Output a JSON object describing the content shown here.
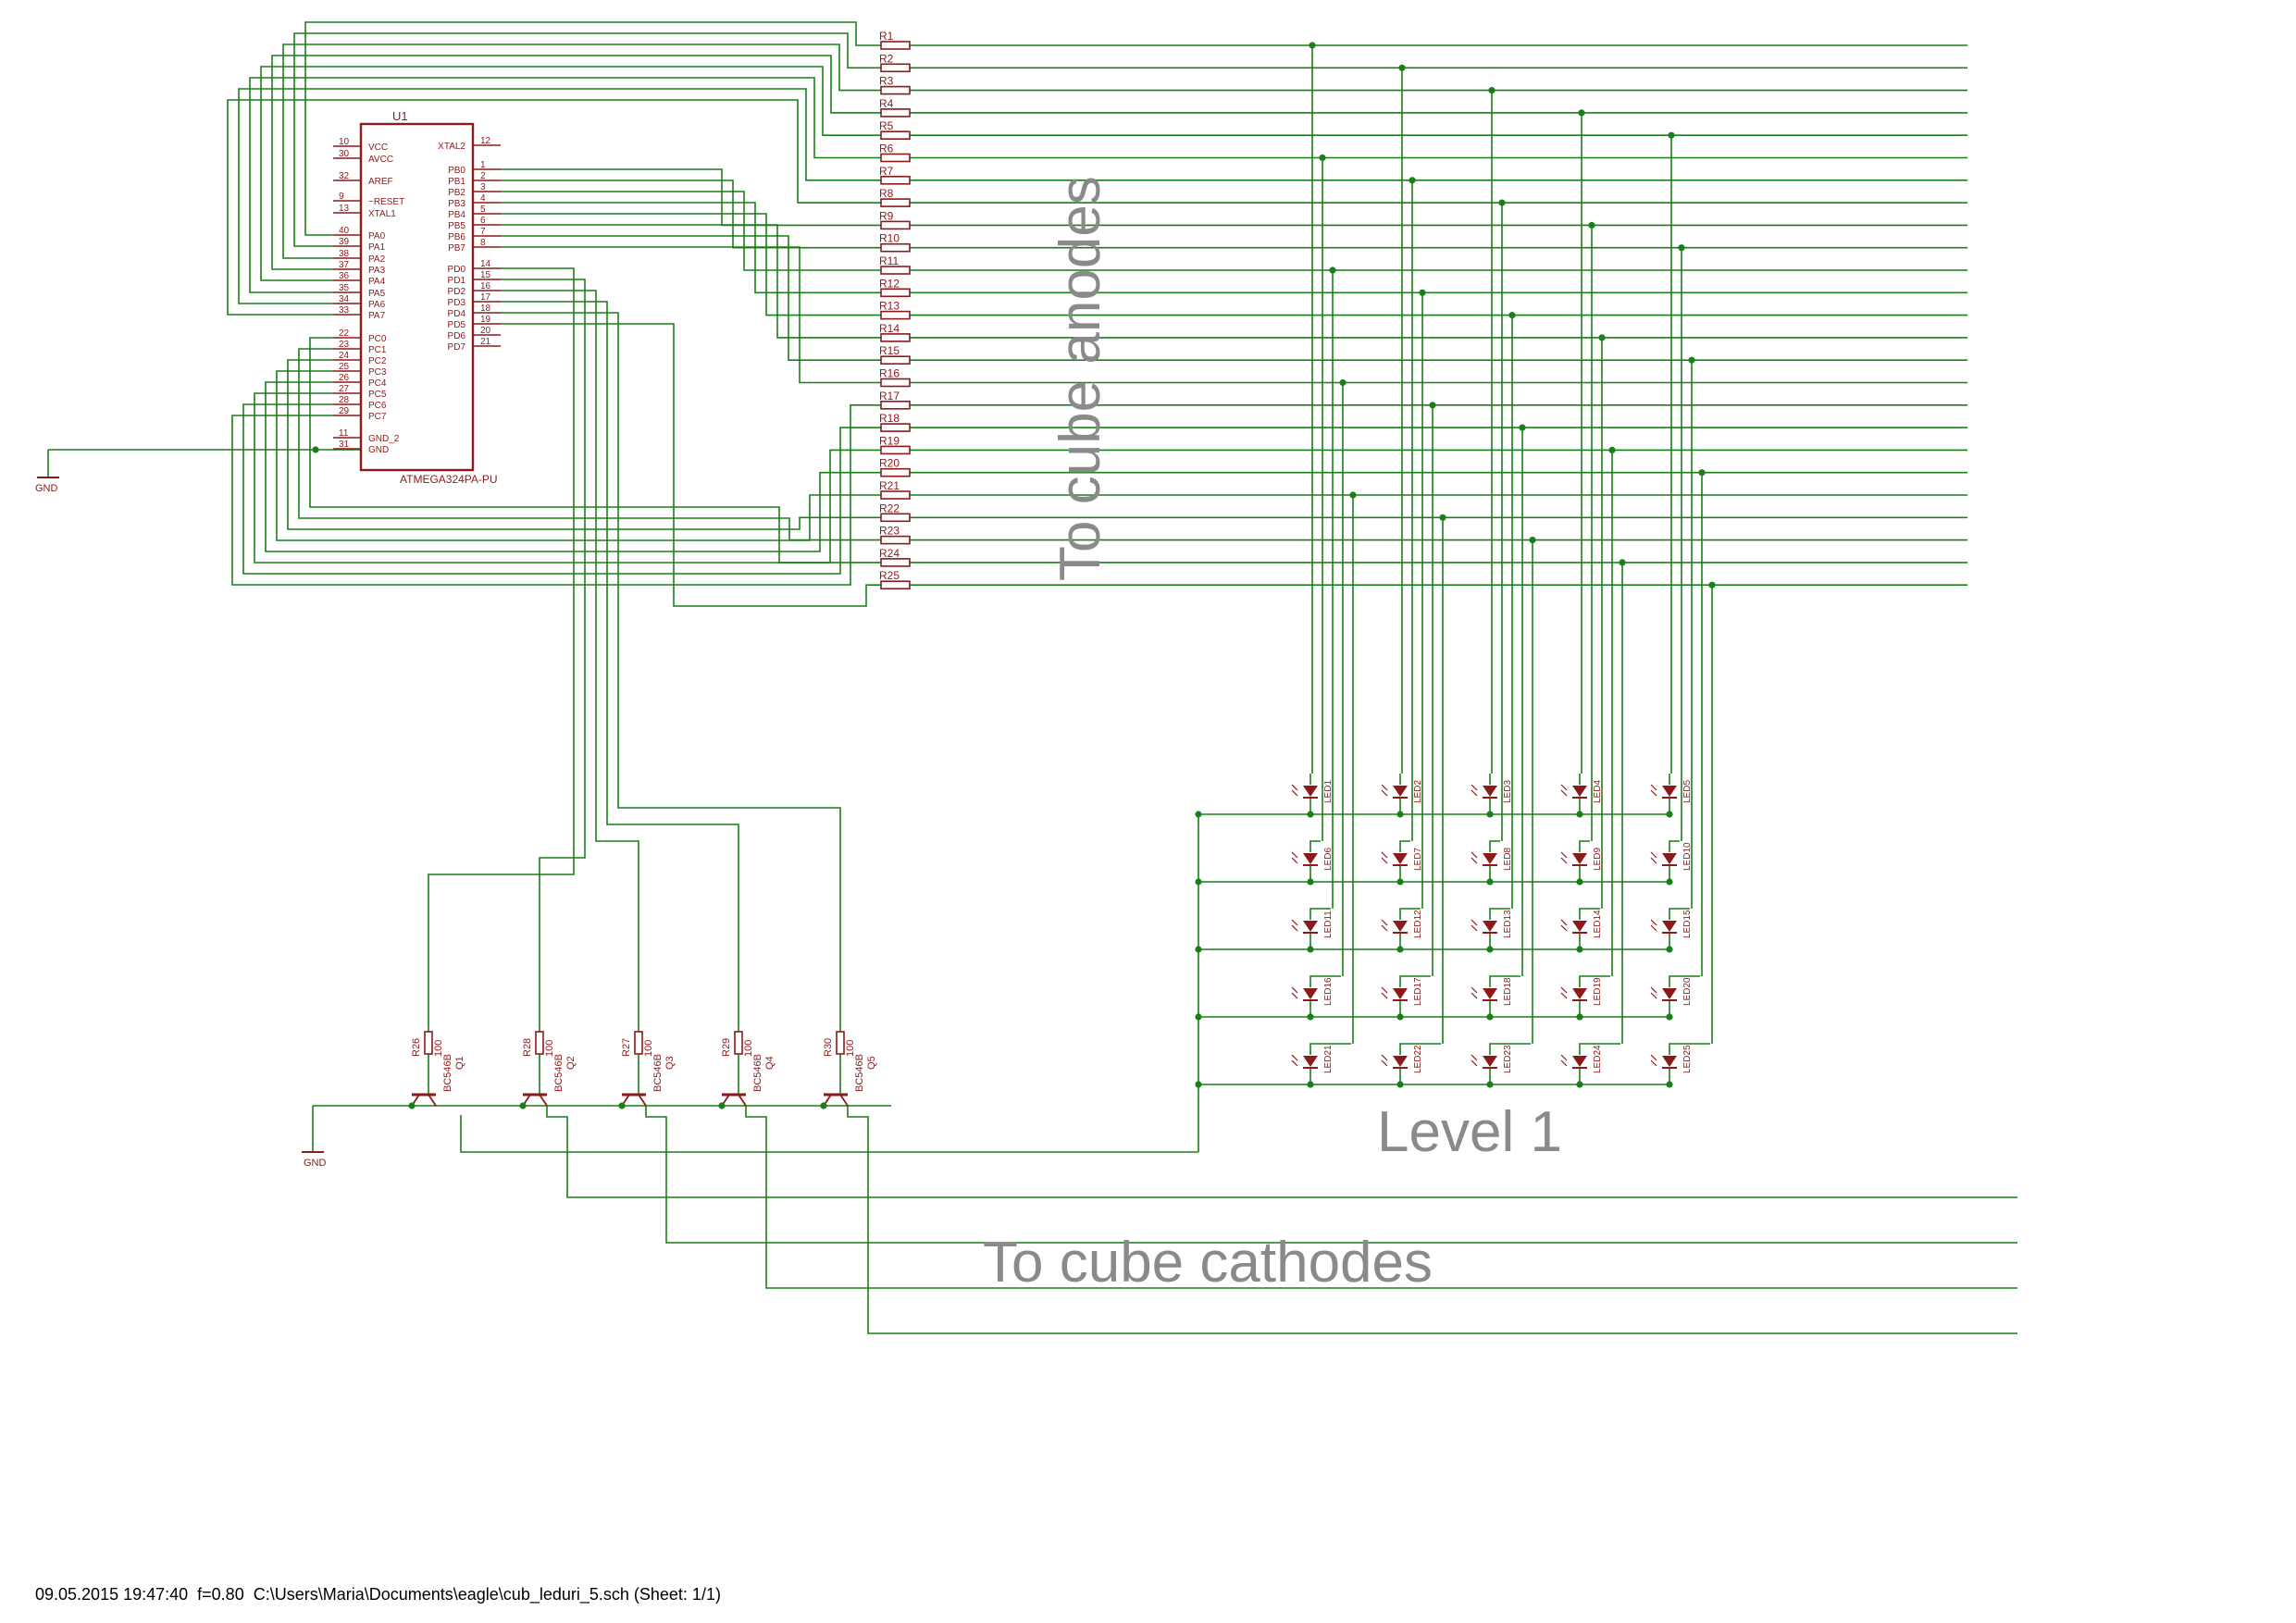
{
  "colors": {
    "wire": "#1a7f1a",
    "part": "#8b1a1a",
    "label": "#8a8a8a",
    "junction": "#1a7f1a",
    "text": "#000000"
  },
  "mcu": {
    "ref": "U1",
    "value": "ATMEGA324PA-PU",
    "left_pins": [
      {
        "num": "10",
        "name": "VCC"
      },
      {
        "num": "30",
        "name": "AVCC"
      },
      {
        "num": "32",
        "name": "AREF"
      },
      {
        "num": "9",
        "name": "~RESET"
      },
      {
        "num": "13",
        "name": "XTAL1"
      },
      {
        "num": "40",
        "name": "PA0"
      },
      {
        "num": "39",
        "name": "PA1"
      },
      {
        "num": "38",
        "name": "PA2"
      },
      {
        "num": "37",
        "name": "PA3"
      },
      {
        "num": "36",
        "name": "PA4"
      },
      {
        "num": "35",
        "name": "PA5"
      },
      {
        "num": "34",
        "name": "PA6"
      },
      {
        "num": "33",
        "name": "PA7"
      },
      {
        "num": "22",
        "name": "PC0"
      },
      {
        "num": "23",
        "name": "PC1"
      },
      {
        "num": "24",
        "name": "PC2"
      },
      {
        "num": "25",
        "name": "PC3"
      },
      {
        "num": "26",
        "name": "PC4"
      },
      {
        "num": "27",
        "name": "PC5"
      },
      {
        "num": "28",
        "name": "PC6"
      },
      {
        "num": "29",
        "name": "PC7"
      },
      {
        "num": "11",
        "name": "GND_2"
      },
      {
        "num": "31",
        "name": "GND"
      }
    ],
    "right_pins": [
      {
        "num": "12",
        "name": "XTAL2"
      },
      {
        "num": "1",
        "name": "PB0"
      },
      {
        "num": "2",
        "name": "PB1"
      },
      {
        "num": "3",
        "name": "PB2"
      },
      {
        "num": "4",
        "name": "PB3"
      },
      {
        "num": "5",
        "name": "PB4"
      },
      {
        "num": "6",
        "name": "PB5"
      },
      {
        "num": "7",
        "name": "PB6"
      },
      {
        "num": "8",
        "name": "PB7"
      },
      {
        "num": "14",
        "name": "PD0"
      },
      {
        "num": "15",
        "name": "PD1"
      },
      {
        "num": "16",
        "name": "PD2"
      },
      {
        "num": "17",
        "name": "PD3"
      },
      {
        "num": "18",
        "name": "PD4"
      },
      {
        "num": "19",
        "name": "PD5"
      },
      {
        "num": "20",
        "name": "PD6"
      },
      {
        "num": "21",
        "name": "PD7"
      }
    ]
  },
  "resistors": [
    "R1",
    "R2",
    "R3",
    "R4",
    "R5",
    "R6",
    "R7",
    "R8",
    "R9",
    "R10",
    "R11",
    "R12",
    "R13",
    "R14",
    "R15",
    "R16",
    "R17",
    "R18",
    "R19",
    "R20",
    "R21",
    "R22",
    "R23",
    "R24",
    "R25"
  ],
  "leds": [
    "LED1",
    "LED2",
    "LED3",
    "LED4",
    "LED5",
    "LED6",
    "LED7",
    "LED8",
    "LED9",
    "LED10",
    "LED11",
    "LED12",
    "LED13",
    "LED14",
    "LED15",
    "LED16",
    "LED17",
    "LED18",
    "LED19",
    "LED20",
    "LED21",
    "LED22",
    "LED23",
    "LED24",
    "LED25"
  ],
  "transistors": [
    {
      "r": "R26",
      "rv": "100",
      "ttype": "BC546B",
      "q": "Q1"
    },
    {
      "r": "R28",
      "rv": "100",
      "ttype": "BC546B",
      "q": "Q2"
    },
    {
      "r": "R27",
      "rv": "100",
      "ttype": "BC546B",
      "q": "Q3"
    },
    {
      "r": "R29",
      "rv": "100",
      "ttype": "BC546B",
      "q": "Q4"
    },
    {
      "r": "R30",
      "rv": "100",
      "ttype": "BC546B",
      "q": "Q5"
    }
  ],
  "gnd_label": "GND",
  "labels": {
    "anodes": "To cube anodes",
    "level": "Level 1",
    "cathodes": "To cube cathodes"
  },
  "footer": "09.05.2015 19:47:40  f=0.80  C:\\Users\\Maria\\Documents\\eagle\\cub_leduri_5.sch (Sheet: 1/1)"
}
